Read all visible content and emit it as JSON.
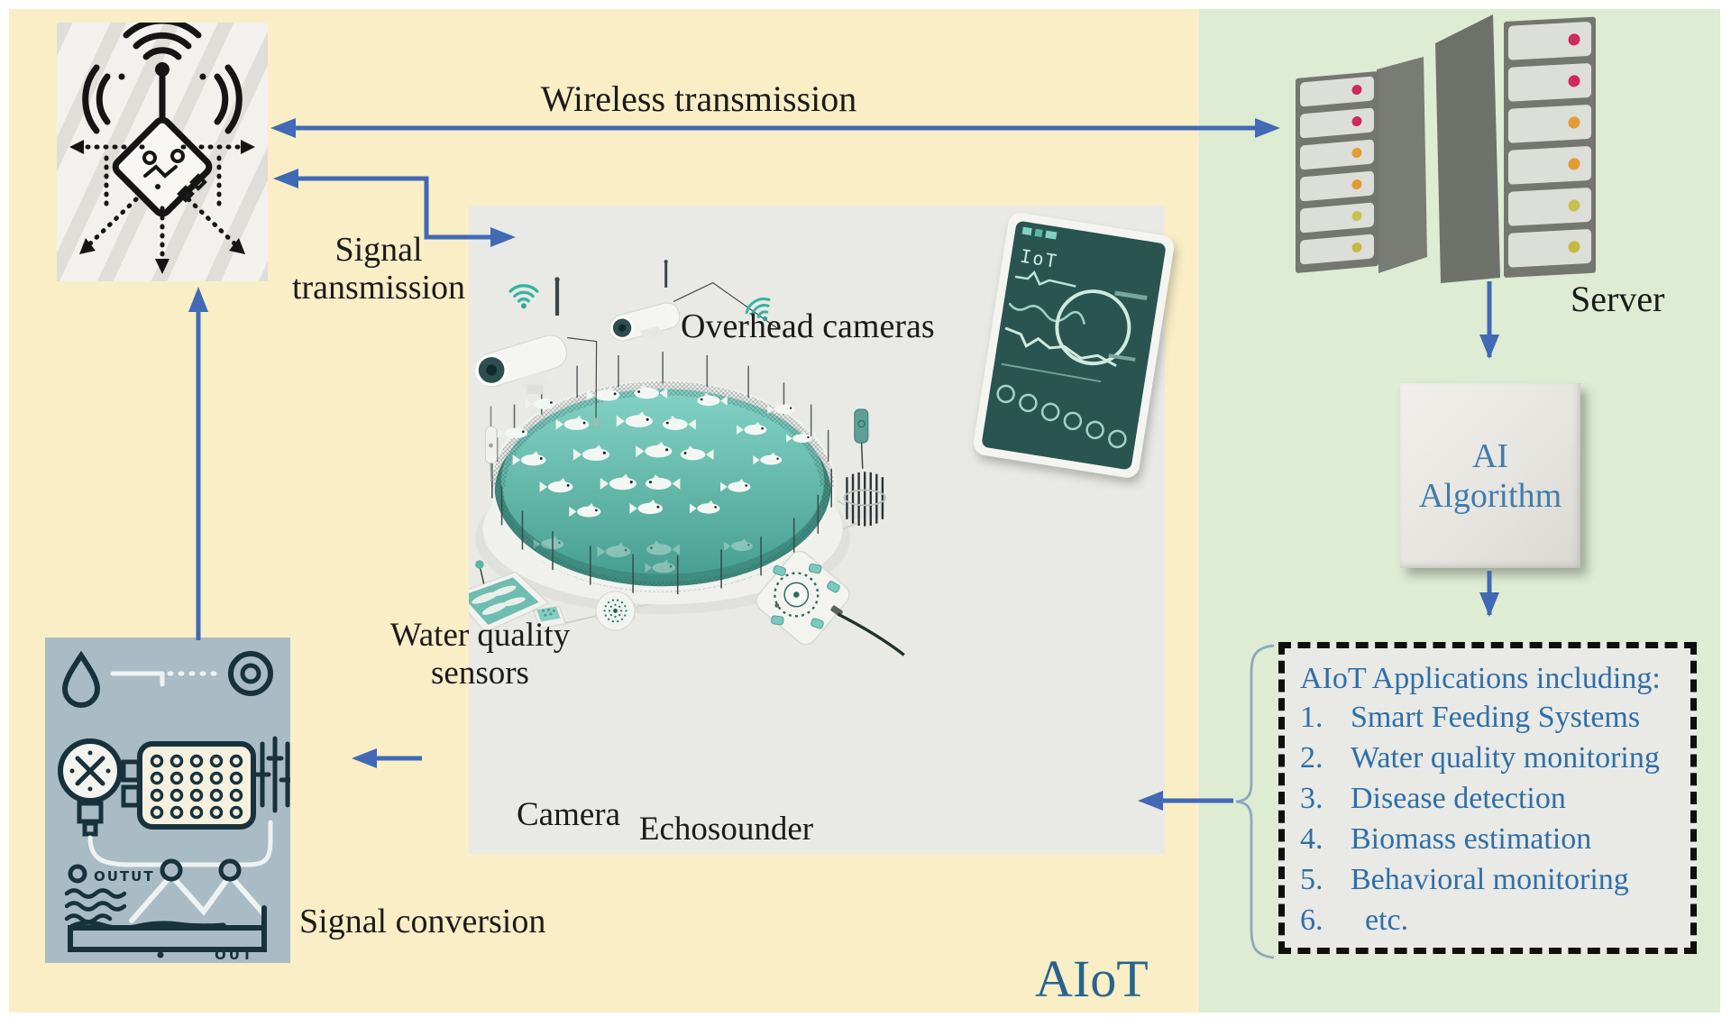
{
  "figure": {
    "region_left_label": "AIoT",
    "background_colors": {
      "left_panel": "#f9eec6",
      "right_panel": "#ddecd3"
    },
    "accent_colors": {
      "arrow_blue": "#4169b5",
      "list_text_blue": "#2e6fa8",
      "ai_text_blue": "#3f7cae",
      "aiot_text_blue": "#27648f"
    }
  },
  "labels": {
    "wireless_transmission": "Wireless transmission",
    "signal_transmission": "Signal transmission",
    "overhead_cameras": "Overhead cameras",
    "water_quality_sensors": "Water quality sensors",
    "camera": "Camera",
    "echosounder": "Echosounder",
    "signal_conversion": "Signal conversion",
    "server": "Server",
    "aiot": "AIoT"
  },
  "ai_algorithm": {
    "line1": "AI",
    "line2": "Algorithm"
  },
  "applications": {
    "title": "AIoT Applications including:",
    "items": [
      {
        "num": "1.",
        "label": "Smart Feeding Systems"
      },
      {
        "num": "2.",
        "label": "Water quality monitoring"
      },
      {
        "num": "3.",
        "label": "Disease detection"
      },
      {
        "num": "4.",
        "label": "Biomass estimation"
      },
      {
        "num": "5.",
        "label": "Behavioral monitoring"
      },
      {
        "num": "6.",
        "label": "etc."
      }
    ]
  },
  "server": {
    "led_colors": [
      "#cf2960",
      "#cf2960",
      "#e39b33",
      "#e39b33",
      "#c6c24e",
      "#c9b83e"
    ]
  },
  "signal_panel": {
    "label_top": "OUTUT",
    "label_bottom": "OUT"
  },
  "monitor": {
    "screen_label": "IoT"
  },
  "icons": {
    "iot_chip": "iot-chip-broadcast-icon",
    "wifi": "wifi-icon",
    "water_droplet": "water-droplet-icon",
    "gauge": "gauge-icon",
    "target": "target-icon",
    "sliders": "sliders-icon"
  }
}
